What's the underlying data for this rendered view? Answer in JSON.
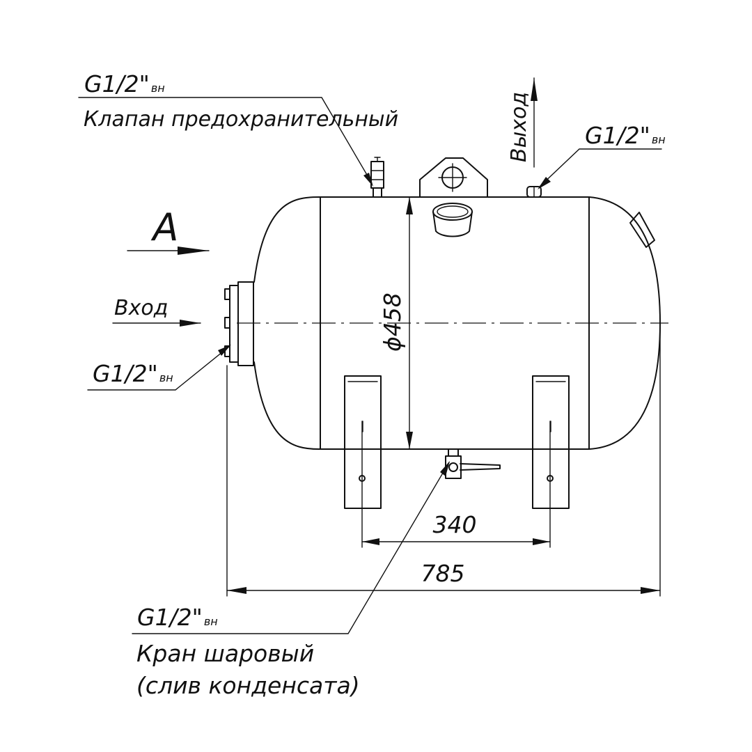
{
  "view_label": "A",
  "inlet": {
    "label": "Вход",
    "thread": "G1/2\"",
    "thread_sub": "вн"
  },
  "outlet": {
    "label": "Выход",
    "thread": "G1/2\"",
    "thread_sub": "вн"
  },
  "safety_valve": {
    "thread": "G1/2\"",
    "thread_sub": "вн",
    "label": "Клапан предохранительный"
  },
  "drain_valve": {
    "thread": "G1/2\"",
    "thread_sub": "вн",
    "label_line1": "Кран шаровый",
    "label_line2": "(слив конденсата)"
  },
  "dimensions": {
    "diameter": "ϕ458",
    "support_spacing": "340",
    "overall_length": "785"
  }
}
